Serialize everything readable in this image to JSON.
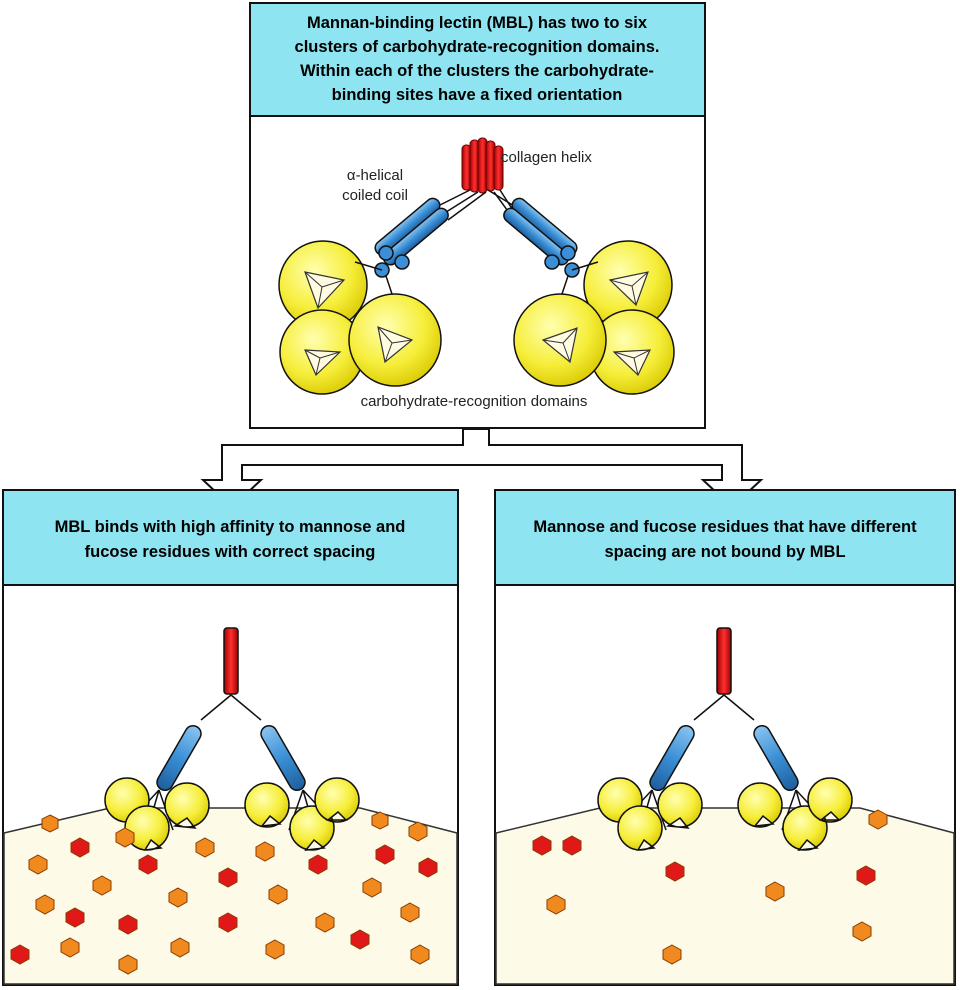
{
  "top_panel": {
    "title_lines": [
      "Mannan-binding lectin (MBL) has two to six",
      "clusters of carbohydrate-recognition domains.",
      "Within each of the clusters the carbohydrate-",
      "binding sites have a fixed orientation"
    ],
    "labels": {
      "collagen": "collagen helix",
      "alpha_1": "α-helical",
      "alpha_2": "coiled coil",
      "crd": "carbohydrate-recognition domains"
    }
  },
  "left_panel": {
    "title_lines": [
      "MBL binds with high affinity to mannose and",
      "fucose residues with correct spacing"
    ]
  },
  "right_panel": {
    "title_lines": [
      "Mannose and fucose residues that have different",
      "spacing are not bound by MBL"
    ]
  },
  "colors": {
    "header_bg": "#8ee4f0",
    "collagen_red": "#e02020",
    "helix_blue": "#3a8fd6",
    "crd_yellow": "#f6ee3a",
    "surface": "#fdfbe8",
    "residue_orange": "#f08a1e",
    "residue_red": "#e01818"
  }
}
